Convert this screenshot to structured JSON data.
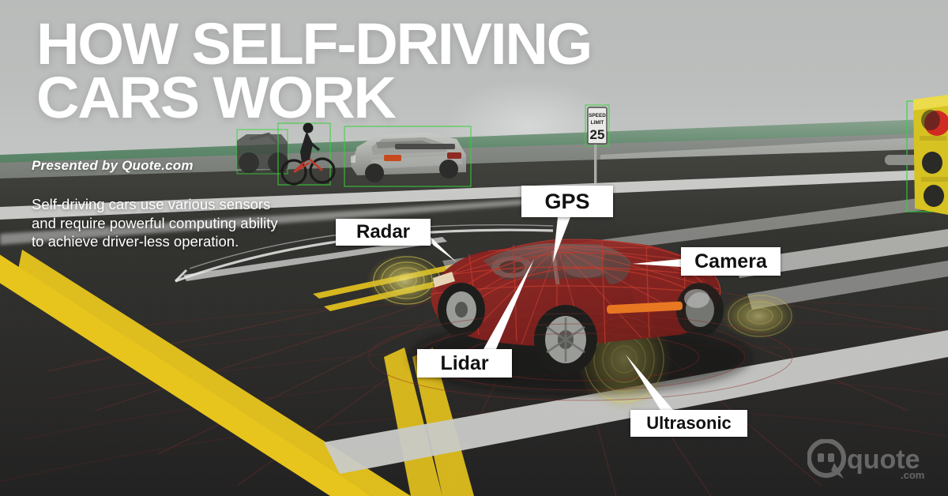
{
  "header": {
    "title": "HOW SELF-DRIVING\nCARS WORK",
    "presented_by": "Presented by Quote.com",
    "description": "Self-driving cars use various sensors\nand require powerful computing ability\nto achieve driver-less operation."
  },
  "callouts": [
    {
      "id": "gps",
      "label": "GPS"
    },
    {
      "id": "radar",
      "label": "Radar"
    },
    {
      "id": "camera",
      "label": "Camera"
    },
    {
      "id": "lidar",
      "label": "Lidar"
    },
    {
      "id": "ultrasonic",
      "label": "Ultrasonic"
    }
  ],
  "scene": {
    "speed_limit_sign": {
      "line1": "SPEED",
      "line2": "LIMIT",
      "value": "25"
    },
    "objects_detected": [
      "cyclist",
      "grey-car",
      "motorcycle",
      "speed-limit-sign",
      "traffic-light",
      "red-hero-car"
    ]
  },
  "logo": {
    "word": "quote",
    "tld": ".com"
  },
  "colors": {
    "sky": "#bcbebd",
    "grass": "#4f7a5c",
    "asphalt": "#2b2a2a",
    "lane_yellow": "#e8c51d",
    "lane_white": "#d8d9d7",
    "callout_bg": "#ffffff",
    "callout_text": "#111111",
    "hero_car_red": "#8e1f1f",
    "lidar_red": "#b2342c",
    "ultrasonic_yellow": "#cfc24a",
    "detection_box_green": "#36d13a",
    "traffic_light_yellow": "#d6c221",
    "signal_red": "#d02b22",
    "turn_signal_orange": "#e87722",
    "title_text": "#ffffff"
  }
}
